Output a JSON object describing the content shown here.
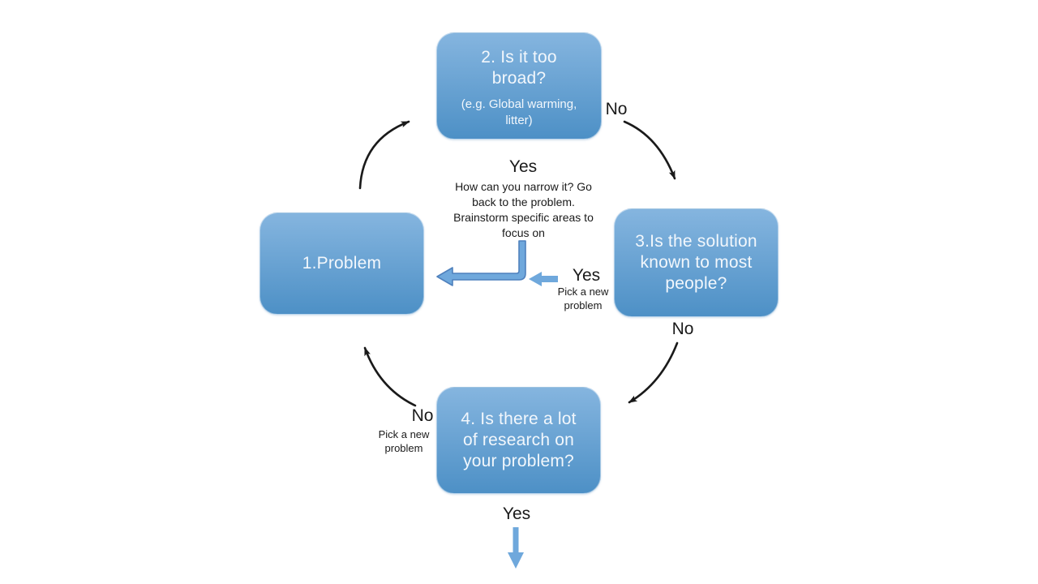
{
  "diagram": {
    "nodes": [
      {
        "id": "problem",
        "title": "1.Problem"
      },
      {
        "id": "too-broad",
        "title": "2. Is it too broad?",
        "subtitle": "(e.g. Global warming, litter)"
      },
      {
        "id": "solution-known",
        "title": "3.Is the solution known to most people?"
      },
      {
        "id": "research",
        "title": "4. Is there a lot of research on your problem?"
      }
    ],
    "labels": {
      "no_top_right": "No",
      "yes_middle": "Yes",
      "narrow_note": "How can you narrow it? Go back to the problem. Brainstorm specific areas to focus on",
      "yes_right": "Yes",
      "pick_new_problem_right": "Pick a new problem",
      "no_below_solution": "No",
      "no_left_of_research": "No",
      "pick_new_problem_left": "Pick a new problem",
      "yes_bottom": "Yes"
    },
    "colors": {
      "node_gradient_top": "#85b5df",
      "node_gradient_bottom": "#4d90c6",
      "node_text": "#f2f7fc",
      "arrow_blue": "#6fa8dc",
      "arrow_blue_outline": "#4f81bd",
      "arrow_black": "#1a1a1a"
    }
  }
}
